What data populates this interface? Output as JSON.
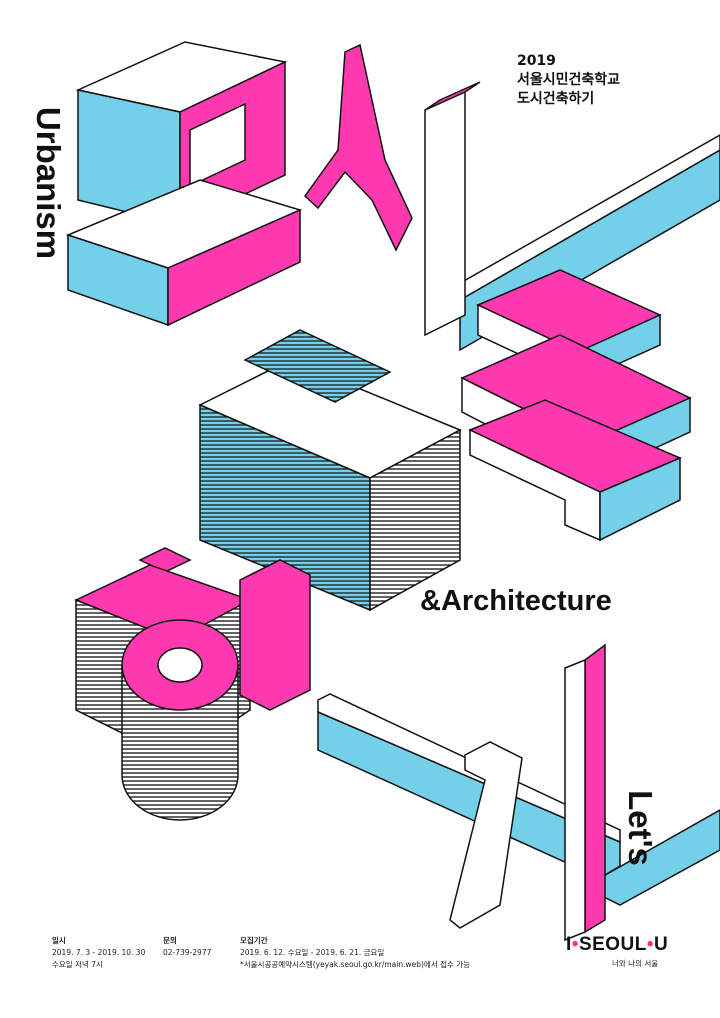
{
  "colors": {
    "pink": "#ff3ab0",
    "cyan": "#74cfe8",
    "outline": "#111111",
    "background": "#ffffff"
  },
  "header": {
    "year": "2019",
    "line1": "서울시민건축학교",
    "line2": "도시건축하기"
  },
  "vertical_left": "Urbanism",
  "middle_text": "&Architecture",
  "vertical_right": "Let's",
  "graphic_letters": [
    "도",
    "시",
    "건",
    "축",
    "하",
    "기"
  ],
  "info": {
    "date": {
      "label": "일시",
      "line1": "2019. 7. 3 - 2019. 10. 30",
      "line2": "수요일 저녁 7시"
    },
    "contact": {
      "label": "문의",
      "line1": "02-739-2977"
    },
    "recruit": {
      "label": "모집기간",
      "line1": "2019. 6. 12. 수요일 - 2019. 6. 21. 금요일",
      "line2": "*서울시공공예약시스템(yeyak.seoul.go.kr/main.web)에서 접수 가능"
    }
  },
  "logo": {
    "part1": "I",
    "dot": "•",
    "part2": "SEOUL",
    "part3": "U",
    "tagline": "너와 나의 서울"
  }
}
